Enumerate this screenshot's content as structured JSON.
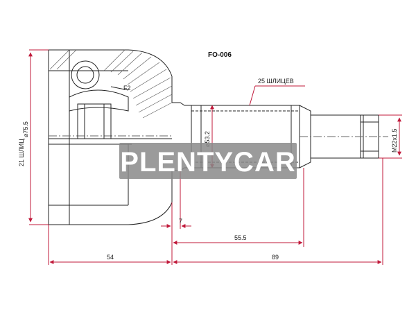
{
  "part_number": "FO-006",
  "callouts": {
    "splines_shaft": "25 ШЛИЦЕВ",
    "f2": "F2"
  },
  "dimensions": {
    "outer_splines": "21 ШЛИЦ",
    "outer_diameter": "⌀75.5",
    "shaft_diameter": "⌀53.2",
    "thread": "M22x1.5",
    "gap": "7",
    "shaft_length": "55.5",
    "body_length": "54",
    "stem_length": "89"
  },
  "watermark": "PLENTYCAR",
  "colors": {
    "dimension_line": "#c0183a",
    "outline": "#222222",
    "watermark_box": "#8a8a8a"
  }
}
